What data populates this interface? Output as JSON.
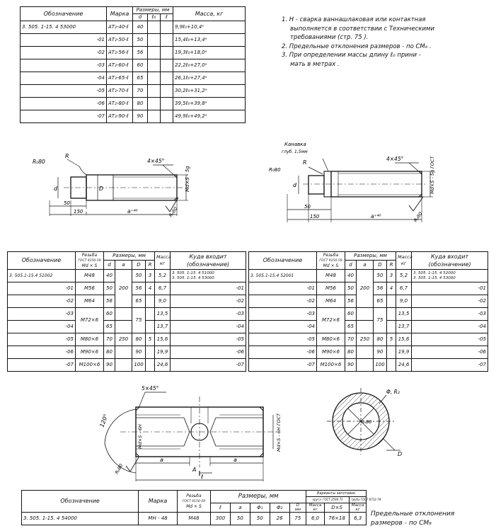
{
  "t1": {
    "headers": {
      "designation": "Обозначение",
      "brand": "Марка",
      "dimensions": "Размеры, мм",
      "d": "d",
      "l0": "ℓ₀",
      "l": "ℓ",
      "mass": "Масса, кг"
    },
    "rows": [
      {
        "designation": "3. 505. 1-15. 4 53000",
        "brand": "АТ₂-40-ℓ",
        "d": "40",
        "mass": "9,9ℓ₀+10,4ᵃ"
      },
      {
        "designation": "-01",
        "brand": "АТ₂-50-ℓ",
        "d": "50",
        "mass": "15,4ℓ₀+13,4ᵃ"
      },
      {
        "designation": "-02",
        "brand": "АТ₂-56-ℓ",
        "d": "56",
        "mass": "19,3ℓ₀+18,0ᵃ"
      },
      {
        "designation": "-03",
        "brand": "АТ₂-60-ℓ",
        "d": "60",
        "mass": "22,2ℓ₀+27,0ᵃ"
      },
      {
        "designation": "-04",
        "brand": "АТ₂-65-ℓ",
        "d": "65",
        "mass": "26,1ℓ₀+27,4ᵃ"
      },
      {
        "designation": "-05",
        "brand": "АТ₂-70-ℓ",
        "d": "70",
        "mass": "30,2ℓ₀+31,2ᵃ"
      },
      {
        "designation": "-06",
        "brand": "АТ₂-80-ℓ",
        "d": "80",
        "mass": "39,5ℓ₀+39,8ᵃ"
      },
      {
        "designation": "-07",
        "brand": "АТ₂-90-ℓ",
        "d": "90",
        "mass": "49,9ℓ₀+49,2ᵃ"
      }
    ]
  },
  "notes_top": [
    "1. Н - сварка ваннашлаковая или контактная",
    "выполняется в соответствии с Техническими",
    "требованиями (стр. 75 ).",
    "2. Предельные отклонения размеров - по СМ₉ .",
    "3. При определении массы длину ℓ₀ прини -",
    "мать в метрах ."
  ],
  "drawing1": {
    "r_label": "R",
    "r_tilde": "R₀80",
    "chamfer": "4×45°",
    "thread": "Md×S - 5g",
    "d_label": "d",
    "D_label": "D",
    "dim_50": "50",
    "dim_150": "150",
    "dim_a": "a⁺⁴⁰",
    "corner": "R₀80"
  },
  "drawing2": {
    "groove_1": "Канавка",
    "groove_2": "глуб. 1,5мм",
    "r_label": "R",
    "r_tilde": "R₀80",
    "chamfer": "4×45°",
    "thread": "Md×S - 5g ГОСТ",
    "d_label": "d",
    "dim_50": "50",
    "dim_150": "150",
    "dim_a": "a⁺⁴⁰",
    "corner": "R₀80"
  },
  "t2": {
    "headers": {
      "designation": "Обозначение",
      "thread_1": "Резьба",
      "thread_2": "ГОСТ 9150-59",
      "thread_3": "Md × S",
      "dimensions": "Размеры, мм",
      "d": "d",
      "a": "a",
      "D": "D",
      "R": "R",
      "mass_1": "Масса",
      "mass_2": "кг",
      "usage_1": "Куда входит",
      "usage_2": "(обозначение)"
    },
    "rows": [
      {
        "designation": "3. 505.1-15.4 51002",
        "thread": "М48",
        "d": "40",
        "a": "",
        "D": "50",
        "R": "3",
        "mass": "5,2",
        "usage_1": "3. 505. 1-15. 4 51000",
        "usage_2": "3. 505. 1-15. 4 53000"
      },
      {
        "designation": "-01",
        "thread": "М56",
        "d": "50",
        "a": "200",
        "D": "56",
        "R": "4",
        "mass": "6,7",
        "usage_1": "-01",
        "usage_2": ""
      },
      {
        "designation": "-02",
        "thread": "М64",
        "d": "56",
        "a": "",
        "D": "65",
        "R": "",
        "mass": "9,0",
        "usage_1": "-02",
        "usage_2": ""
      },
      {
        "designation": "-03",
        "thread": "",
        "d": "60",
        "a": "",
        "D": "",
        "R": "",
        "mass": "13,5",
        "usage_1": "-03",
        "usage_2": ""
      },
      {
        "designation": "-04",
        "thread": "",
        "d": "65",
        "a": "",
        "D": "",
        "R": "",
        "mass": "13,7",
        "usage_1": "-04",
        "usage_2": ""
      },
      {
        "designation": "-05",
        "thread": "М80×6",
        "d": "70",
        "a": "250",
        "D": "80",
        "R": "5",
        "mass": "15,6",
        "usage_1": "-05",
        "usage_2": ""
      },
      {
        "designation": "-06",
        "thread": "М90×6",
        "d": "80",
        "a": "",
        "D": "90",
        "R": "",
        "mass": "19,9",
        "usage_1": "-06",
        "usage_2": ""
      },
      {
        "designation": "-07",
        "thread": "М100×6",
        "d": "90",
        "a": "",
        "D": "100",
        "R": "",
        "mass": "24,6",
        "usage_1": "-07",
        "usage_2": ""
      }
    ],
    "merged": {
      "thread_03_04": "М72×6",
      "D_03_04": "75"
    }
  },
  "t3": {
    "headers": {
      "designation": "Обозначение",
      "thread_1": "Резьба",
      "thread_2": "ГОСТ 9150-59",
      "thread_3": "Md × S",
      "dimensions": "Размеры, мм",
      "d": "d",
      "a": "a",
      "D": "D",
      "R": "R",
      "mass_1": "Масса",
      "mass_2": "кг",
      "usage_1": "Куда входит",
      "usage_2": "(обозначение)"
    },
    "rows": [
      {
        "designation": "3. 505.1-15.4 52001",
        "thread": "М48",
        "d": "40",
        "a": "",
        "D": "50",
        "R": "3",
        "mass": "5,2",
        "usage_1": "3. 505. 1-15. 4 52000",
        "usage_2": "3. 505. 1-15. 4 53000"
      },
      {
        "designation": "-01",
        "thread": "М56",
        "d": "50",
        "a": "200",
        "D": "56",
        "R": "4",
        "mass": "6,7",
        "usage_1": "-01",
        "usage_2": ""
      },
      {
        "designation": "-02",
        "thread": "М64",
        "d": "56",
        "a": "",
        "D": "65",
        "R": "",
        "mass": "9,0",
        "usage_1": "-02",
        "usage_2": ""
      },
      {
        "designation": "-03",
        "thread": "",
        "d": "60",
        "a": "",
        "D": "",
        "R": "",
        "mass": "13,5",
        "usage_1": "-03",
        "usage_2": ""
      },
      {
        "designation": "-04",
        "thread": "",
        "d": "65",
        "a": "",
        "D": "",
        "R": "",
        "mass": "13,7",
        "usage_1": "-04",
        "usage_2": ""
      },
      {
        "designation": "-05",
        "thread": "М80×6",
        "d": "70",
        "a": "250",
        "D": "80",
        "R": "5",
        "mass": "15,6",
        "usage_1": "-05",
        "usage_2": ""
      },
      {
        "designation": "-06",
        "thread": "М90×6",
        "d": "80",
        "a": "",
        "D": "90",
        "R": "",
        "mass": "19,9",
        "usage_1": "-06",
        "usage_2": ""
      },
      {
        "designation": "-07",
        "thread": "М100×6",
        "d": "90",
        "a": "",
        "D": "100",
        "R": "",
        "mass": "24,6",
        "usage_1": "-07",
        "usage_2": ""
      }
    ],
    "merged": {
      "thread_03_04": "М72×6",
      "D_03_04": "75"
    }
  },
  "drawing3": {
    "chamfer": "5×45°",
    "angle": "120°",
    "thread_left": "Md×S - 6H",
    "thread_right": "Md×S - 6H ГОСТ",
    "a_left": "a",
    "a_right": "a",
    "l_label": "ℓ",
    "section": "A",
    "corner": "R₀80"
  },
  "drawing4": {
    "phi": "Φ, R₂",
    "r_tilde": "R₀80",
    "D_label": "D"
  },
  "t4": {
    "headers": {
      "designation": "Обозначение",
      "brand": "Марка",
      "thread_1": "Резьба",
      "thread_2": "ГОСТ 9150-59",
      "thread_3": "Md × S",
      "dimensions": "Размеры, мм",
      "l": "ℓ",
      "a": "a",
      "phi1": "Φ₁",
      "phi2": "Φ₂",
      "D_1": "D",
      "D_2": "мм",
      "variants": "Варианты заготовок",
      "var_a": "кругл. ГОСТ 2590-71",
      "var_b": "труба ГОСТ 8732-78",
      "mass_1": "Масса",
      "mass_2": "кг",
      "dxs": "D×S"
    },
    "row": {
      "designation": "3. 505. 1-15. 4 54000",
      "brand": "МН - 48",
      "thread": "М48",
      "l": "300",
      "a": "50",
      "phi1": "50",
      "phi2": "26",
      "D": "75",
      "mass1": "6,0",
      "dxs": "76×18",
      "mass2": "6,3"
    }
  },
  "bottom_note": [
    "Предельные отклонения",
    "размеров - по СМ₉"
  ]
}
